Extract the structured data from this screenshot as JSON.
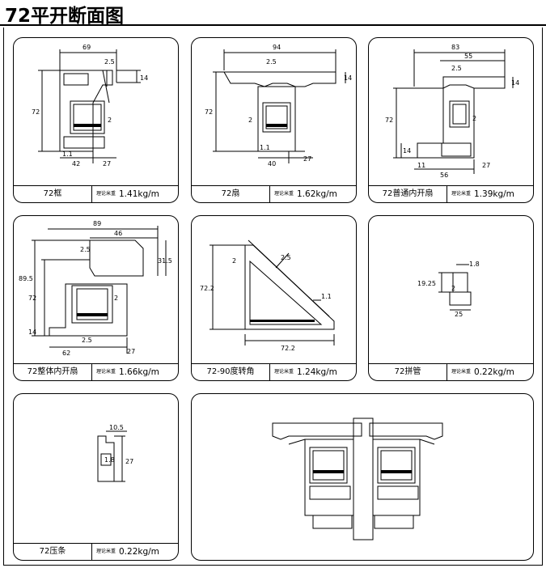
{
  "title": "72平开断面图",
  "spec_label": "理论米重",
  "cards": [
    {
      "name": "72框",
      "weight": "1.41kg/m",
      "dims": [
        "69",
        "2.5",
        "14",
        "72",
        "2",
        "1.1",
        "42",
        "27"
      ]
    },
    {
      "name": "72扇",
      "weight": "1.62kg/m",
      "dims": [
        "94",
        "2.5",
        "14",
        "72",
        "2",
        "1.1",
        "40",
        "27"
      ]
    },
    {
      "name": "72普通内开扇",
      "weight": "1.39kg/m",
      "dims": [
        "83",
        "55",
        "2.5",
        "14",
        "72",
        "2",
        "14",
        "11",
        "56",
        "27"
      ]
    },
    {
      "name": "72整体内开扇",
      "weight": "1.66kg/m",
      "dims": [
        "89",
        "46",
        "2.5",
        "31.5",
        "89.5",
        "72",
        "2",
        "14",
        "62",
        "2.5",
        "27"
      ]
    },
    {
      "name": "72-90度转角",
      "weight": "1.24kg/m",
      "dims": [
        "2",
        "2.5",
        "72.2",
        "1.1",
        "72.2"
      ]
    },
    {
      "name": "72拼管",
      "weight": "0.22kg/m",
      "dims": [
        "1.8",
        "19.25",
        "2",
        "25"
      ]
    },
    {
      "name": "72压条",
      "weight": "0.22kg/m",
      "dims": [
        "10.5",
        "1.8",
        "27"
      ]
    }
  ]
}
